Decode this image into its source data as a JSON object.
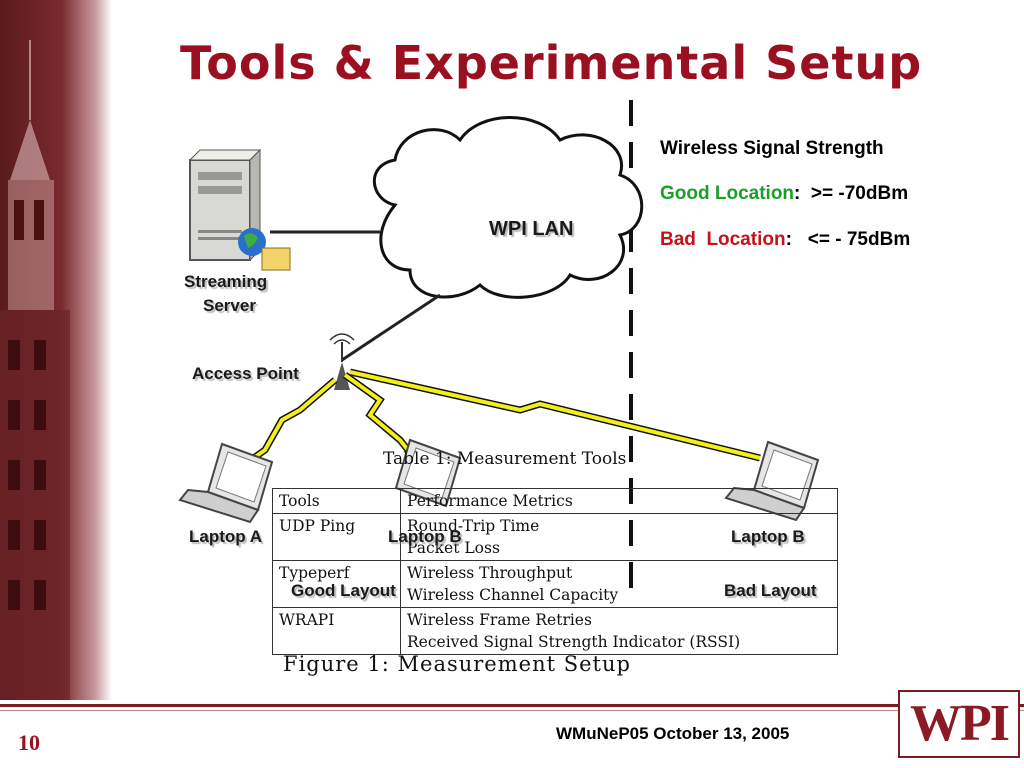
{
  "title": "Tools & Experimental Setup",
  "signal_info": {
    "heading": "Wireless Signal Strength",
    "good_label": "Good Location",
    "good_value": ":  >= -70dBm",
    "bad_label": "Bad  Location",
    "bad_value": ":   <= - 75dBm"
  },
  "diagram": {
    "cloud_label": "WPI LAN",
    "server_label_1": "Streaming",
    "server_label_2": "Server",
    "ap_label": "Access Point",
    "laptop_a": "Laptop A",
    "laptop_b_good": "Laptop B",
    "laptop_b_bad": "Laptop B",
    "good_layout": "Good Layout",
    "bad_layout": "Bad Layout"
  },
  "table": {
    "caption": "Table 1:  Measurement  Tools",
    "header": [
      "Tools",
      "Performance Metrics"
    ],
    "rows": [
      {
        "tool": "UDP Ping",
        "metric_1": "Round-Trip Time",
        "metric_2": "Packet Loss"
      },
      {
        "tool": "Typeperf",
        "metric_1": "Wireless Throughput",
        "metric_2": "Wireless Channel Capacity"
      },
      {
        "tool": "WRAPI",
        "metric_1": "Wireless Frame Retries",
        "metric_2": "Received Signal Strength Indicator (RSSI)"
      }
    ]
  },
  "figure_caption": "Figure 1:  Measurement  Setup",
  "footer": {
    "slide_number": "10",
    "text": "WMuNeP05 October 13, 2005",
    "logo": "WPI"
  },
  "colors": {
    "title": "#9b1020",
    "good": "#18a02a",
    "bad": "#c8101a",
    "band": "#5a1a1e"
  }
}
